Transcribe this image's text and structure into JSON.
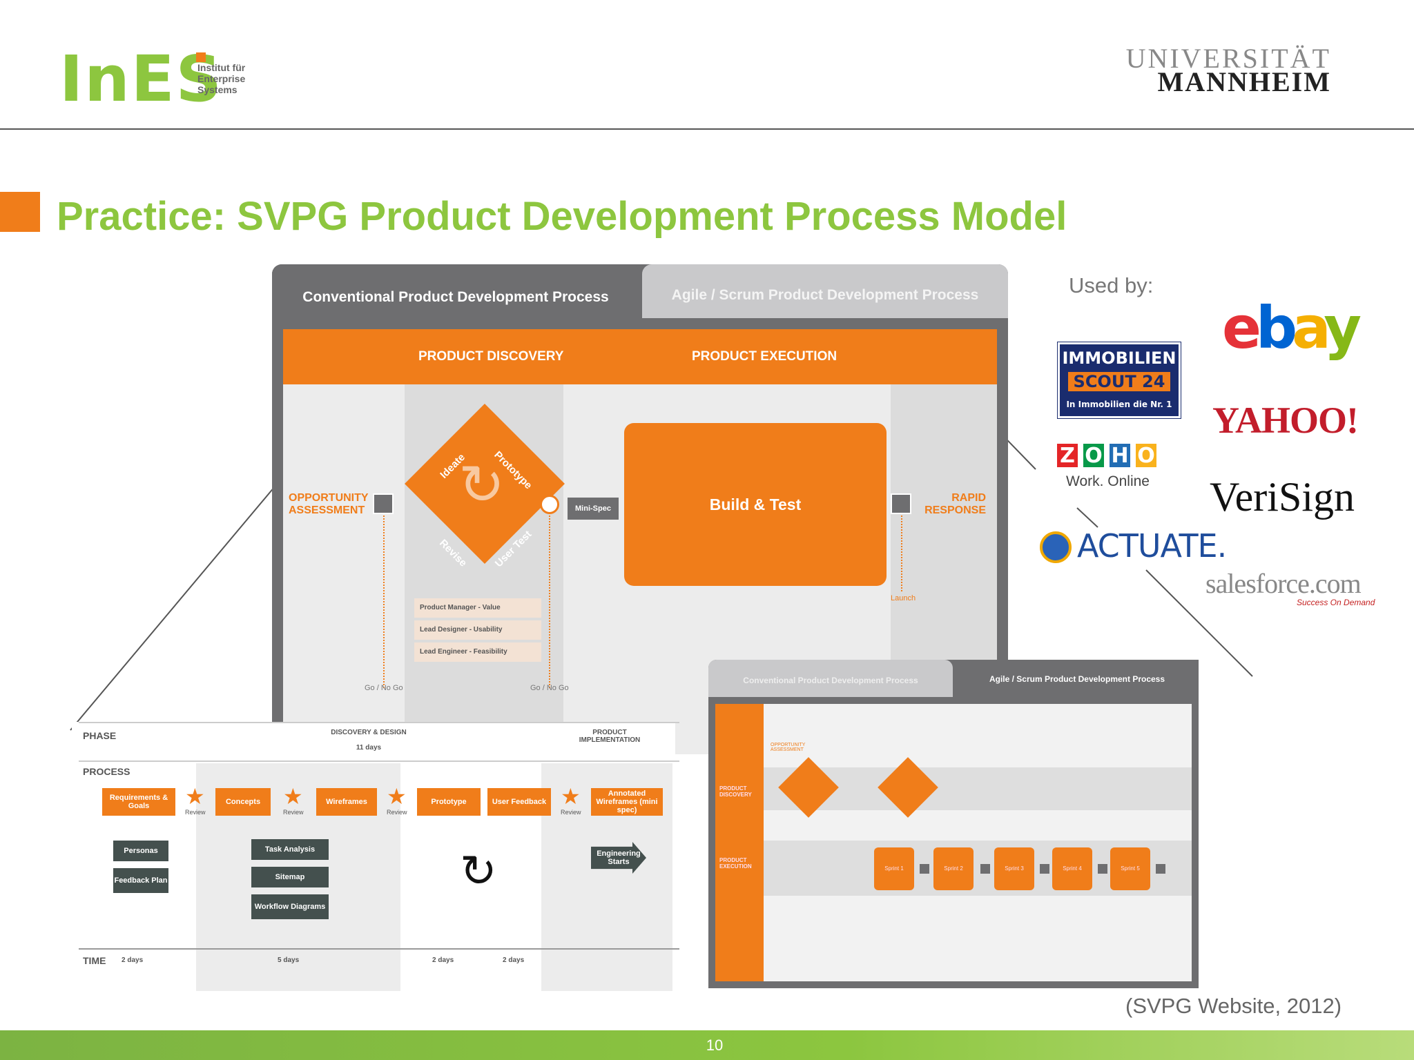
{
  "header": {
    "logo_text": "InES",
    "logo_sub_1": "Institut für",
    "logo_sub_2": "Enterprise",
    "logo_sub_3": "Systems",
    "university_line1": "UNIVERSITÄT",
    "university_line2": "MANNHEIM"
  },
  "slide": {
    "title": "Practice: SVPG Product Development Process Model",
    "citation": "(SVPG Website, 2012)",
    "page_number": "10"
  },
  "conventional": {
    "tab_active": "Conventional Product Development Process",
    "tab_inactive": "Agile / Scrum Product Development Process",
    "phase_discovery": "PRODUCT DISCOVERY",
    "phase_execution": "PRODUCT EXECUTION",
    "opportunity": "OPPORTUNITY ASSESSMENT",
    "rapid_response": "RAPID RESPONSE",
    "ideate": "Ideate",
    "prototype": "Prototype",
    "revise": "Revise",
    "user_test": "User Test",
    "mini_spec": "Mini-Spec",
    "build_test": "Build & Test",
    "role_pm": "Product Manager - Value",
    "role_ld": "Lead Designer - Usability",
    "role_le": "Lead Engineer - Feasibility",
    "go_nogo_1": "Go / No Go",
    "go_nogo_2": "Go / No Go",
    "launch": "Launch"
  },
  "detail": {
    "phase_label": "PHASE",
    "process_label": "PROCESS",
    "time_label": "TIME",
    "phase_discovery": "DISCOVERY & DESIGN",
    "phase_days": "11 days",
    "phase_impl": "PRODUCT IMPLEMENTATION",
    "steps": [
      "Requirements & Goals",
      "Concepts",
      "Wireframes",
      "Prototype",
      "User Feedback",
      "Annotated Wireframes (mini spec)"
    ],
    "review": "Review",
    "subs_col1": [
      "Personas",
      "Feedback Plan"
    ],
    "subs_col2": [
      "Task Analysis",
      "Sitemap",
      "Workflow Diagrams"
    ],
    "engineering": "Engineering Starts",
    "times": [
      "2 days",
      "5 days",
      "2 days",
      "2 days"
    ]
  },
  "agile": {
    "tab_inactive": "Conventional Product Development Process",
    "tab_active": "Agile / Scrum Product Development Process",
    "discovery": "PRODUCT DISCOVERY",
    "execution": "PRODUCT EXECUTION",
    "opportunity": "OPPORTUNITY ASSESSMENT",
    "sprints": [
      "Sprint 1",
      "Sprint 2",
      "Sprint 3",
      "Sprint 4",
      "Sprint 5"
    ]
  },
  "used_by": {
    "label": "Used by:",
    "ebay": [
      "e",
      "b",
      "a",
      "y"
    ],
    "immo_1": "IMMOBILIEN",
    "immo_2": "SCOUT 24",
    "immo_3": "In Immobilien die Nr. 1",
    "yahoo": "YAHOO!",
    "zoho_letters": [
      "Z",
      "O",
      "H",
      "O"
    ],
    "zoho_sub": "Work. Online",
    "verisign": "VeriSign",
    "actuate": "ACTUATE.",
    "salesforce": "salesforce.com",
    "salesforce_sub": "Success On Demand"
  },
  "colors": {
    "accent_orange": "#f07d1a",
    "title_green": "#8dc63f",
    "panel_gray": "#6e6e70"
  }
}
